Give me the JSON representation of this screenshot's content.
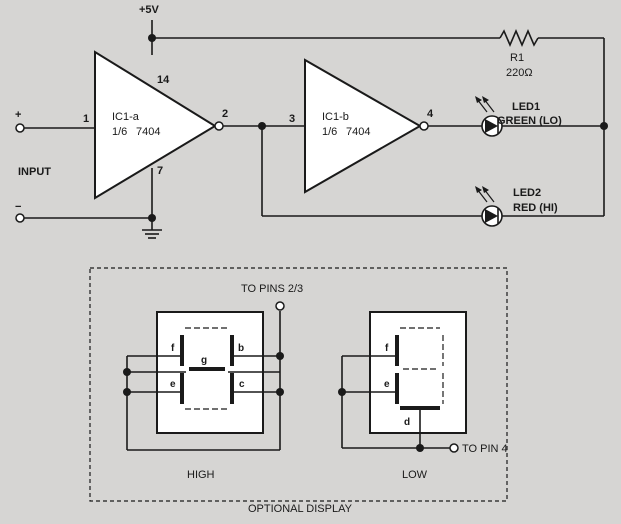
{
  "schematic": {
    "supply_label": "+5V",
    "input": {
      "plus": "+",
      "minus": "−",
      "label": "INPUT"
    },
    "gates": [
      {
        "name": "IC1-a",
        "part": "1/6",
        "chip": "7404"
      },
      {
        "name": "IC1-b",
        "part": "1/6",
        "chip": "7404"
      }
    ],
    "pins": {
      "p1": "1",
      "p2": "2",
      "p3": "3",
      "p4": "4",
      "p7": "7",
      "p14": "14"
    },
    "resistor": {
      "ref": "R1",
      "value": "220Ω"
    },
    "leds": [
      {
        "ref": "LED1",
        "desc": "GREEN (LO)"
      },
      {
        "ref": "LED2",
        "desc": "RED (HI)"
      }
    ]
  },
  "optional_display": {
    "title": "OPTIONAL DISPLAY",
    "to_pins_2_3": "TO PINS 2/3",
    "to_pin_4": "TO PIN 4",
    "high": {
      "label": "HIGH",
      "segments": {
        "f": "f",
        "g": "g",
        "b": "b",
        "e": "e",
        "c": "c"
      }
    },
    "low": {
      "label": "LOW",
      "segments": {
        "f": "f",
        "e": "e",
        "d": "d"
      }
    }
  }
}
